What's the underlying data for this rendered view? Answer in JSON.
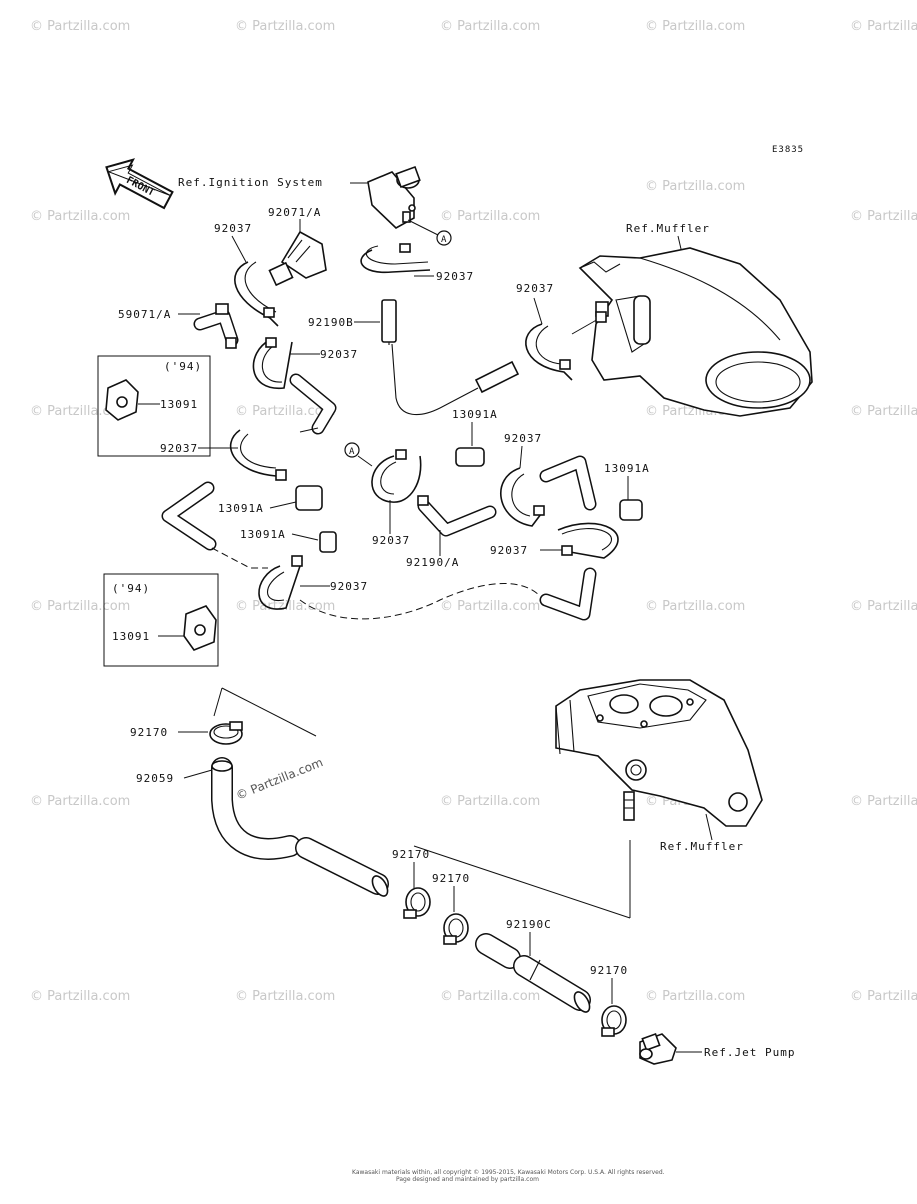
{
  "diagram_code": "E3835",
  "front_label": "FRONT",
  "ref_labels": {
    "ignition": "Ref.Ignition System",
    "muffler_top": "Ref.Muffler",
    "muffler_bottom": "Ref.Muffler",
    "jet_pump": "Ref.Jet Pump"
  },
  "callout_letter": "A",
  "parts": {
    "p92071a": "92071/A",
    "p92037_a": "92037",
    "p92037_b": "92037",
    "p92037_c": "92037",
    "p92037_d": "92037",
    "p92037_e": "92037",
    "p92037_f": "92037",
    "p92037_g": "92037",
    "p92037_h": "92037",
    "p92037_i": "92037",
    "p59071a": "59071/A",
    "p92190b": "92190B",
    "p13091a_1": "13091A",
    "p13091a_2": "13091A",
    "p13091a_3": "13091A",
    "p13091a_4": "13091A",
    "p92190a": "92190/A",
    "p13091_1": "13091",
    "p13091_2": "13091",
    "p92170_1": "92170",
    "p92170_2": "92170",
    "p92170_3": "92170",
    "p92170_4": "92170",
    "p92059": "92059",
    "p92190c": "92190C"
  },
  "year_notes": [
    "('94)",
    "('94)"
  ],
  "watermark": "© Partzilla.com",
  "footer_line1": "Kawasaki materials within, all copyright © 1995-2015, Kawasaki Motors Corp. U.S.A. All rights reserved.",
  "footer_line2": "Page designed and maintained by partzilla.com"
}
